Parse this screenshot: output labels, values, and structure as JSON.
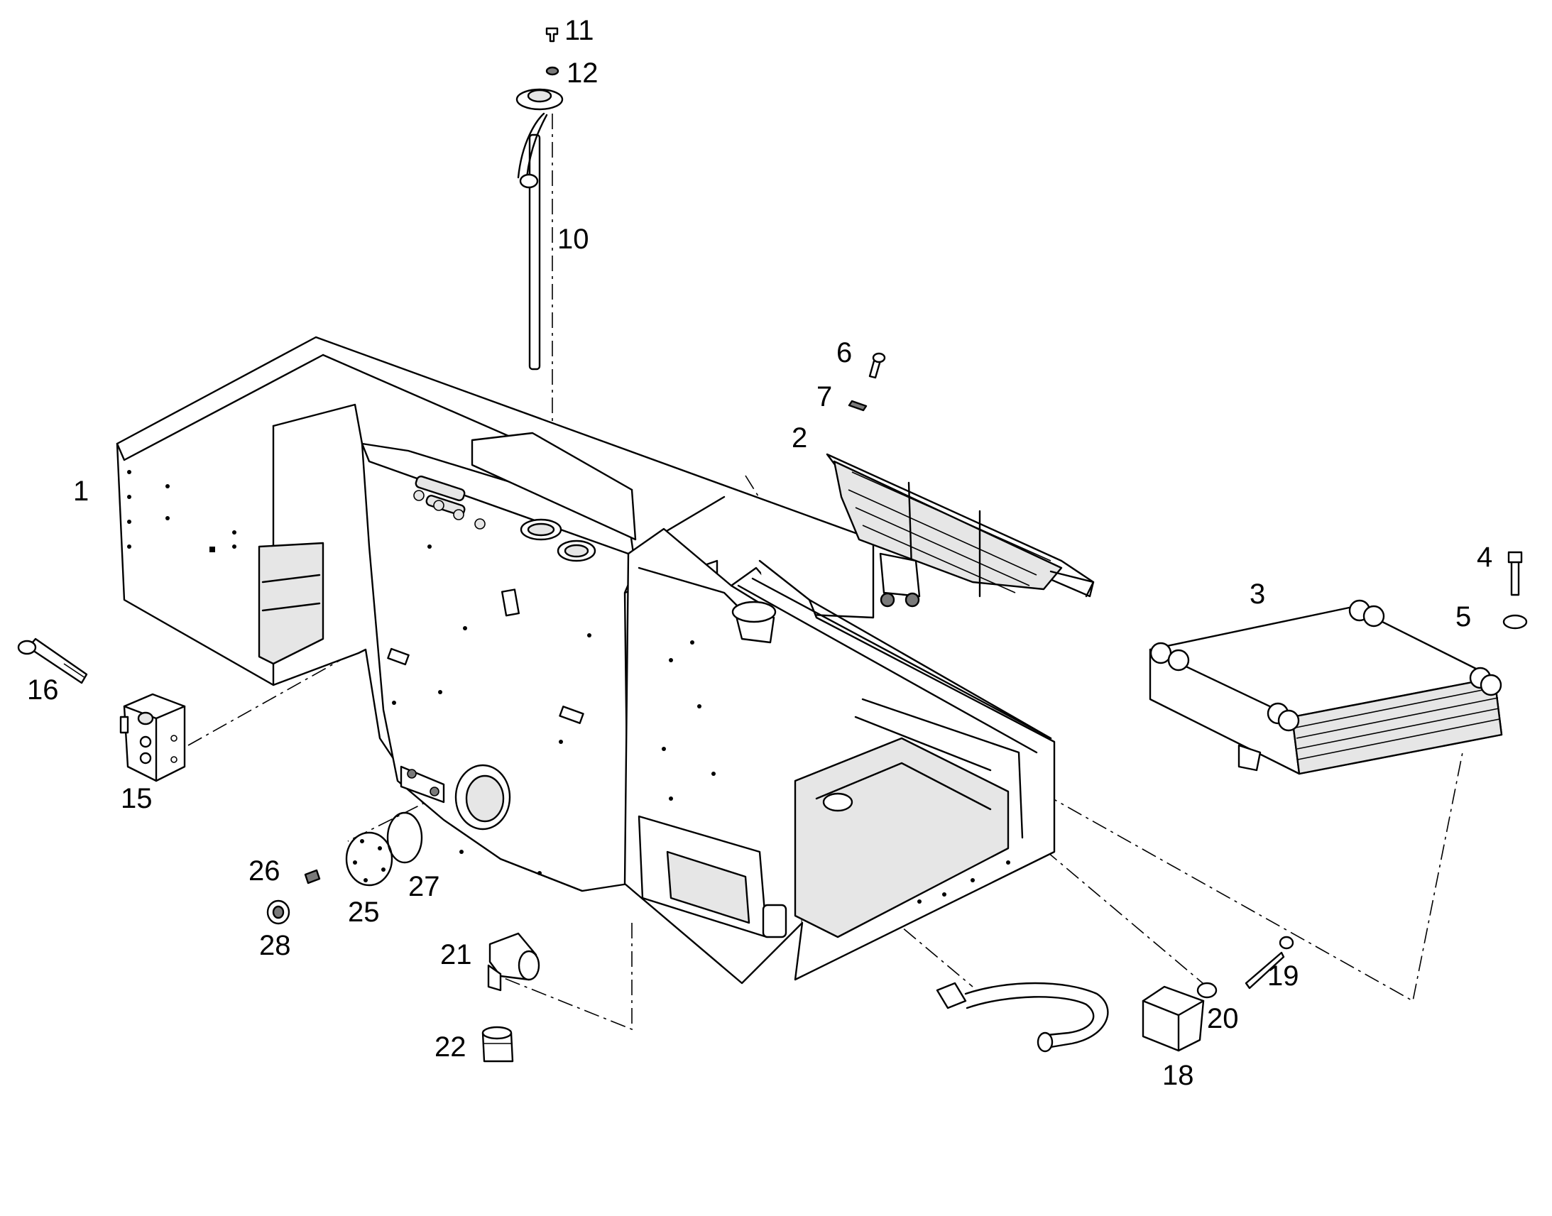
{
  "diagram": {
    "callouts": {
      "p1": "1",
      "p2": "2",
      "p3": "3",
      "p4": "4",
      "p5": "5",
      "p6": "6",
      "p7": "7",
      "p10": "10",
      "p11": "11",
      "p12": "12",
      "p15": "15",
      "p16": "16",
      "p18": "18",
      "p19": "19",
      "p20": "20",
      "p21": "21",
      "p22": "22",
      "p25": "25",
      "p26": "26",
      "p27": "27",
      "p28": "28"
    }
  }
}
